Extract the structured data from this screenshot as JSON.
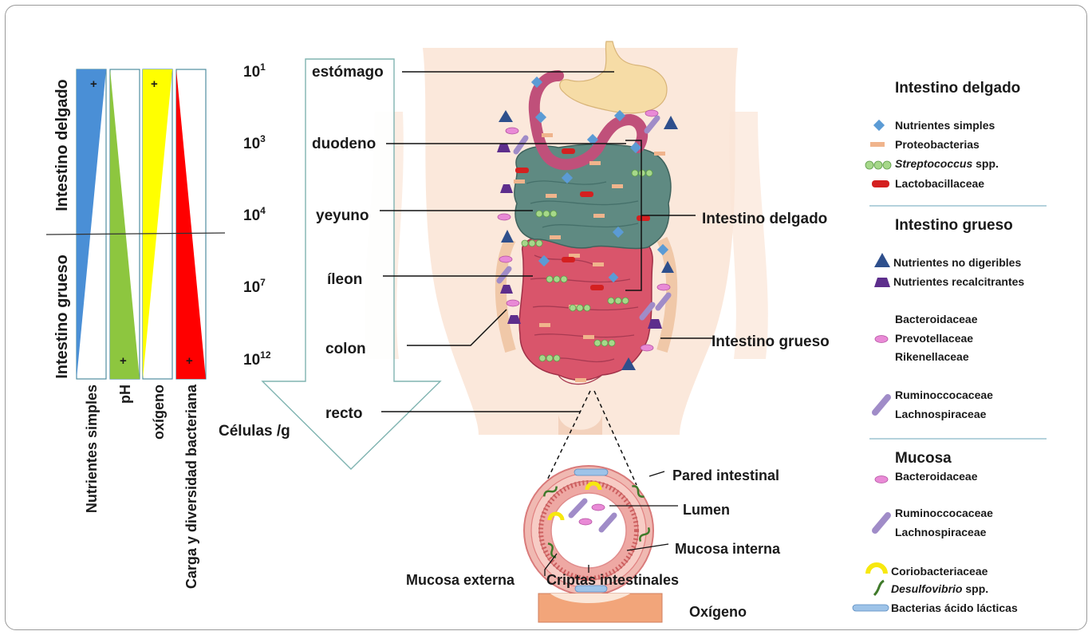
{
  "gradient_panel": {
    "section_small": "Intestino delgado",
    "section_large": "Intestino grueso",
    "plus": "+",
    "columns": [
      {
        "label": "Nutrientes simples",
        "color": "#4a8fd6",
        "high_at": "top"
      },
      {
        "label": "pH",
        "color": "#8dc63f",
        "high_at": "bottom"
      },
      {
        "label": "oxígeno",
        "color": "#ffff00",
        "high_at": "top"
      },
      {
        "label": "Carga y diversidad bacteriana",
        "color": "#ff0000",
        "high_at": "bottom"
      }
    ]
  },
  "density_arrow": {
    "unit_label": "Células /g",
    "levels": [
      {
        "base": "10",
        "exp": "1",
        "organ": "estómago"
      },
      {
        "base": "10",
        "exp": "3",
        "organ": "duodeno"
      },
      {
        "base": "10",
        "exp": "4",
        "organ": "yeyuno"
      },
      {
        "base": "10",
        "exp": "7",
        "organ": "íleon"
      },
      {
        "base": "10",
        "exp": "12",
        "organ": "colon"
      },
      {
        "base": "",
        "exp": "",
        "organ": "recto"
      }
    ]
  },
  "anatomy_labels": {
    "small_intestine": "Intestino delgado",
    "large_intestine": "Intestino grueso"
  },
  "cross_section": {
    "wall": "Pared intestinal",
    "lumen": "Lumen",
    "inner_mucosa": "Mucosa interna",
    "outer_mucosa": "Mucosa externa",
    "crypts": "Criptas intestinales",
    "oxygen": "Oxígeno"
  },
  "legend": {
    "small_title": "Intestino delgado",
    "small_items": [
      "Nutrientes simples",
      "Proteobacterias",
      "Streptococcus",
      " spp.",
      "Lactobacillaceae"
    ],
    "large_title": "Intestino grueso",
    "large_items": [
      "Nutrientes no digeribles",
      "Nutrientes recalcitrantes",
      "Bacteroidaceae",
      "Prevotellaceae",
      "Rikenellaceae",
      "Ruminoccocaceae",
      "Lachnospiraceae"
    ],
    "mucosa_title": "Mucosa",
    "mucosa_items": [
      "Bacteroidaceae",
      "Ruminoccocaceae",
      "Lachnospiraceae",
      "Coriobacteriaceae",
      "Desulfovibrio",
      " spp.",
      "Bacterias ácido lácticas"
    ]
  },
  "colors": {
    "stomach": "#f6dca6",
    "small_intestine": "#5f8a82",
    "large_intestine": "#d9556b",
    "duodenum": "#c0507a",
    "body": "#fbe6d7",
    "diamond": "#5b9bd5",
    "proteobacteria": "#f0b48c",
    "streptococcus": "#a6d88a",
    "lactobacillaceae": "#d42020",
    "triangle": "#2e4f8c",
    "trapezoid": "#5d2e8c",
    "ellipse": "#e98ad6",
    "rod": "#a08cc8",
    "lactic_rod": "#9ec3e8",
    "corio": "#f7e80f",
    "desulfo": "#3f7a2a"
  }
}
